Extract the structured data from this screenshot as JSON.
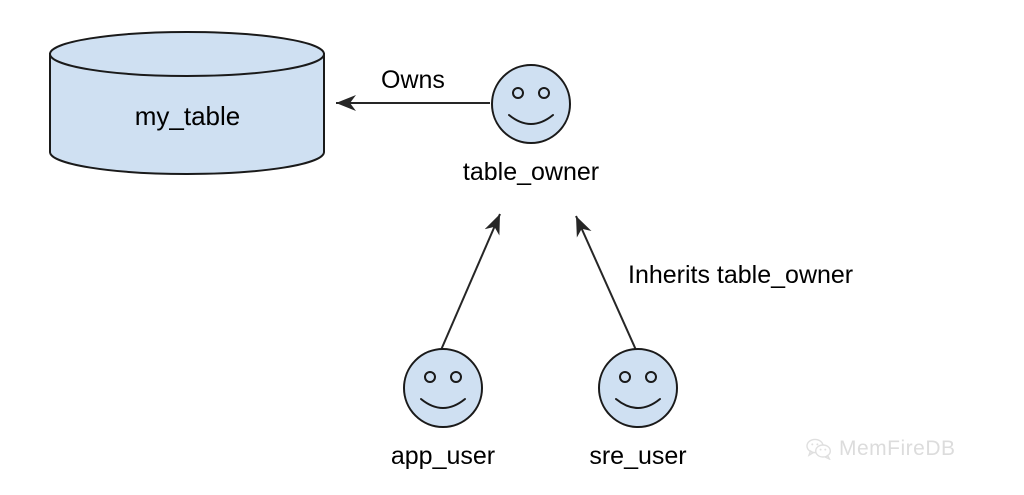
{
  "diagram": {
    "type": "entity-relationship-role-diagram",
    "background_color": "#ffffff",
    "shape_fill_color": "#cfe0f2",
    "shape_stroke_color": "#1a1a1a",
    "edge_color": "#262626",
    "nodes": [
      {
        "id": "my_table",
        "kind": "database-cylinder",
        "label": "my_table"
      },
      {
        "id": "table_owner",
        "kind": "actor-smiley",
        "label": "table_owner"
      },
      {
        "id": "app_user",
        "kind": "actor-smiley",
        "label": "app_user"
      },
      {
        "id": "sre_user",
        "kind": "actor-smiley",
        "label": "sre_user"
      }
    ],
    "edges": [
      {
        "id": "owns",
        "from": "table_owner",
        "to": "my_table",
        "label": "Owns"
      },
      {
        "id": "app_user_inherits",
        "from": "app_user",
        "to": "table_owner",
        "label": ""
      },
      {
        "id": "sre_user_inherits",
        "from": "sre_user",
        "to": "table_owner",
        "label": "Inherits table_owner"
      }
    ]
  },
  "watermark": {
    "text": "MemFireDB",
    "icon": "wechat-icon",
    "color": "#cfcfcf"
  }
}
